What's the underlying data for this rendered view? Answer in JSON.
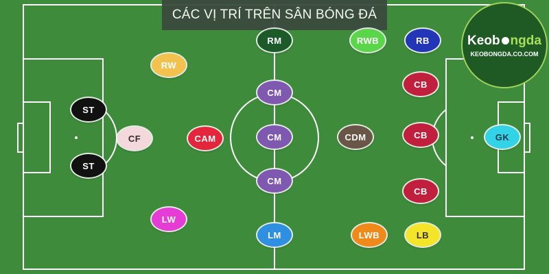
{
  "title": "CÁC VỊ TRÍ TRÊN SÂN BÓNG ĐÁ",
  "logo": {
    "main_part1": "Keob",
    "main_part2": "ngda",
    "sub": "KEOBONGDA.CO.COM",
    "icon": "soccer-ball-icon"
  },
  "colors": {
    "pitch": "#3f8b3c",
    "lines": "#ffffff",
    "title_bg": "#3b4a3e"
  },
  "positions": {
    "ST1": {
      "label": "ST",
      "color": "#111111"
    },
    "ST2": {
      "label": "ST",
      "color": "#111111"
    },
    "CF": {
      "label": "CF",
      "color": "#f3d9dc",
      "text_color": "#3a2a2a"
    },
    "RW": {
      "label": "RW",
      "color": "#f2c14e"
    },
    "LW": {
      "label": "LW",
      "color": "#e63cd6"
    },
    "CAM": {
      "label": "CAM",
      "color": "#e3263b"
    },
    "RM": {
      "label": "RM",
      "color": "#1d5a2a"
    },
    "CM1": {
      "label": "CM",
      "color": "#7f58b0"
    },
    "CM2": {
      "label": "CM",
      "color": "#7f58b0"
    },
    "CM3": {
      "label": "CM",
      "color": "#7f58b0"
    },
    "LM": {
      "label": "LM",
      "color": "#2f8fe0"
    },
    "CDM": {
      "label": "CDM",
      "color": "#6a5646"
    },
    "RWB": {
      "label": "RWB",
      "color": "#5bd64a"
    },
    "LWB": {
      "label": "LWB",
      "color": "#ef8a1a"
    },
    "RB": {
      "label": "RB",
      "color": "#2436b8"
    },
    "CB1": {
      "label": "CB",
      "color": "#c0203e"
    },
    "CB2": {
      "label": "CB",
      "color": "#c0203e"
    },
    "CB3": {
      "label": "CB",
      "color": "#c0203e"
    },
    "LB": {
      "label": "LB",
      "color": "#f4e52a",
      "text_color": "#333333"
    },
    "GK": {
      "label": "GK",
      "color": "#32d3e6",
      "text_color": "#1b3a4a"
    }
  }
}
